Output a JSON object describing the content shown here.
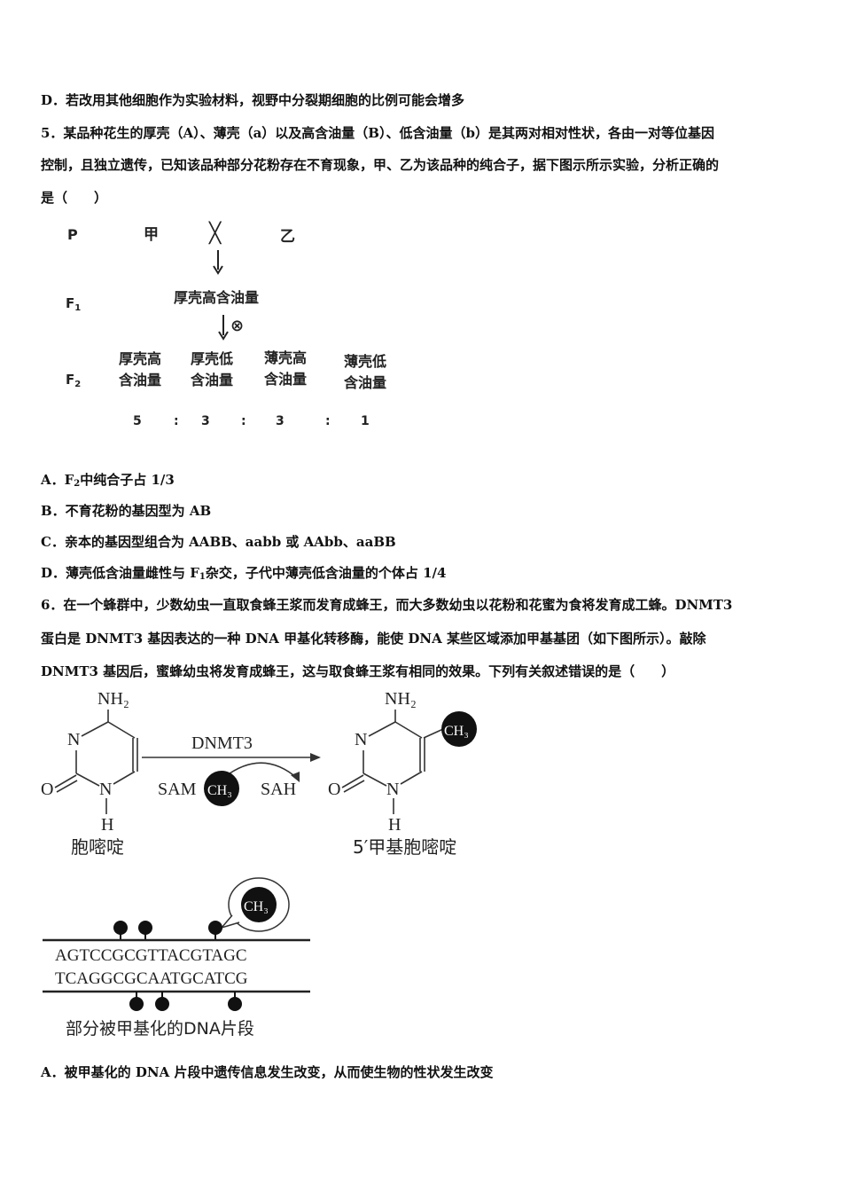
{
  "lines": {
    "q4d": "D．若改用其他细胞作为实验材料，视野中分裂期细胞的比例可能会增多",
    "q5a": "5．某品种花生的厚壳（A）、薄壳（a）以及高含油量（B）、低含油量（b）是其两对相对性状，各由一对等位基因",
    "q5b": "控制，且独立遗传，已知该品种部分花粉存在不育现象，甲、乙为该品种的纯合子，据下图示所示实验，分析正确的",
    "q5c": "是（　　）"
  },
  "cross": {
    "p_label": "P",
    "jia": "甲",
    "cross_sym": "╳",
    "yi": "乙",
    "f1_label": "F",
    "f1_sub": "1",
    "f1_pheno": "厚壳高含油量",
    "self_sym": "⊗",
    "f2_label": "F",
    "f2_sub": "2",
    "f2_p1_l1": "厚壳高",
    "f2_p1_l2": "含油量",
    "f2_p2_l1": "厚壳低",
    "f2_p2_l2": "含油量",
    "f2_p3_l1": "薄壳高",
    "f2_p3_l2": "含油量",
    "f2_p4_l1": "薄壳低",
    "f2_p4_l2": "含油量",
    "r1": "5",
    "s1": ":",
    "r2": "3",
    "s2": ":",
    "r3": "3",
    "s3": ":",
    "r4": "1"
  },
  "q5opts": {
    "a_pre": "A．F",
    "a_sub": "2",
    "a_post": "中纯合子占 1/3",
    "b": "B．不育花粉的基因型为 AB",
    "c": "C．亲本的基因型组合为 AABB、aabb 或 AAbb、aaBB",
    "d_pre": "D．薄壳低含油量雌性与 F",
    "d_sub": "1",
    "d_post": "杂交，子代中薄壳低含油量的个体占 1/4"
  },
  "q6": {
    "l1": "6．在一个蜂群中，少数幼虫一直取食蜂王浆而发育成蜂王，而大多数幼虫以花粉和花蜜为食将发育成工蜂。DNMT3",
    "l2": "蛋白是 DNMT3 基因表达的一种 DNA 甲基化转移酶，能使 DNA 某些区域添加甲基基团（如下图所示）。敲除",
    "l3": "DNMT3 基因后，蜜蜂幼虫将发育成蜂王，这与取食蜂王浆有相同的效果。下列有关叙述错误的是（　　）"
  },
  "methyl": {
    "nh2": "NH₂",
    "n": "N",
    "o": "O",
    "h": "H",
    "enzyme": "DNMT3",
    "sam": "SAM",
    "ch3": "CH₃",
    "sah": "SAH",
    "cytosine": "胞嘧啶",
    "methylcytosine": "5′甲基胞嘧啶",
    "strand_top": "AGTCCGCGTTACGTAGC",
    "strand_bottom": "TCAGGCGCAATGCATCG",
    "dna_caption": "部分被甲基化的DNA片段"
  },
  "q6opts": {
    "a": "A．被甲基化的 DNA 片段中遗传信息发生改变，从而使生物的性状发生改变"
  }
}
